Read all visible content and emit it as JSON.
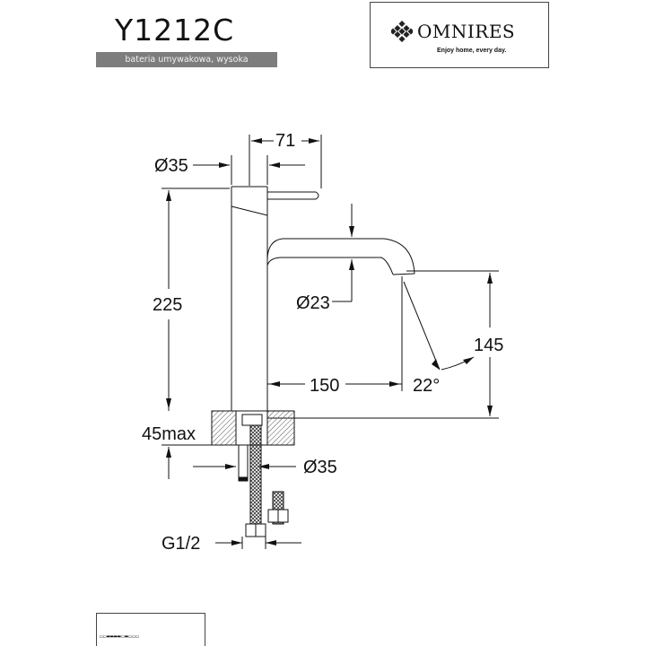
{
  "header": {
    "model": "Y1212C",
    "subtitle": "bateria umywakowa, wysoka"
  },
  "logo": {
    "icon": "diamond-grid-icon",
    "name": "OMNIRES",
    "tagline": "Enjoy home, every day."
  },
  "dimensions": {
    "spout_reach_top": "71",
    "handle_dia": "Ø35",
    "height_total": "225",
    "spout_dia": "Ø23",
    "spout_reach": "150",
    "angle": "22°",
    "spout_height": "145",
    "counter_max": "45max",
    "base_dia": "Ø35",
    "thread": "G1/2"
  },
  "footer": {
    "text": "▭▭▬▬▬▬▭▬▭▭▭"
  },
  "colors": {
    "line": "#111111",
    "subtitle_bg": "#7d7d7d",
    "hatch": "#555555"
  }
}
